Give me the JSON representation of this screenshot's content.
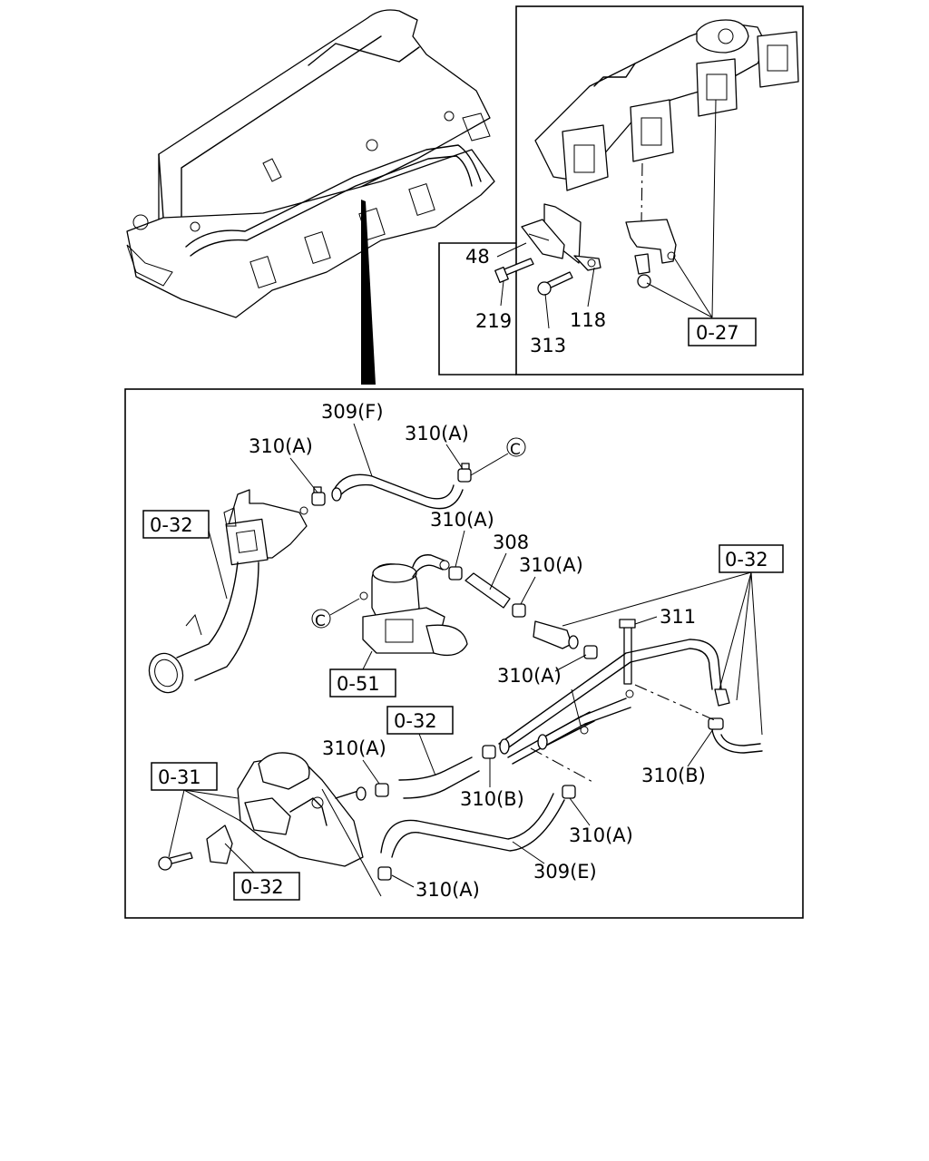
{
  "labels": {
    "l48": "48",
    "l219": "219",
    "l313": "313",
    "l118": "118",
    "l027": "0-27",
    "l309f": "309(F)",
    "l310a_1": "310(A)",
    "l310a_2": "310(A)",
    "l032_a": "0-32",
    "l310a_3": "310(A)",
    "l308": "308",
    "l310a_4": "310(A)",
    "l032_b": "0-32",
    "l311": "311",
    "l051": "0-51",
    "l310a_5": "310(A)",
    "l032_c": "0-32",
    "l310a_6": "310(A)",
    "l310b_1": "310(B)",
    "l310b_2": "310(B)",
    "l031": "0-31",
    "l310a_7": "310(A)",
    "l309e": "309(E)",
    "l310a_8": "310(A)",
    "l032_d": "0-32",
    "c1": "C",
    "c2": "C"
  }
}
